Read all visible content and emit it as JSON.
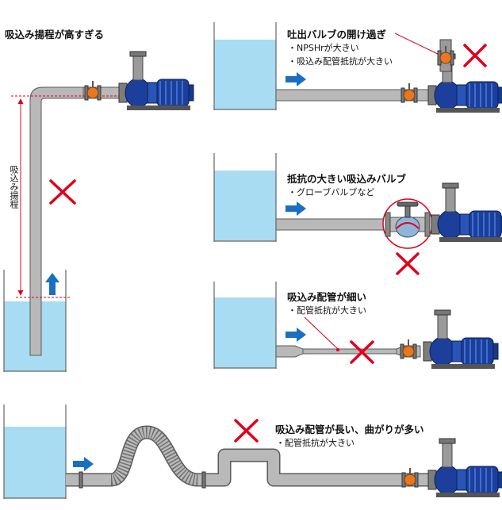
{
  "panels": {
    "suction_lift": {
      "title": "吸込み揚程が高すぎる",
      "axis_label": "吸込み揚程"
    },
    "discharge_valve": {
      "title": "吐出バルブの開け過ぎ",
      "notes": [
        "・NPSHrが大きい",
        "・吸込み配管抵抗が大きい"
      ]
    },
    "high_resistance_valve": {
      "title": "抵抗の大きい吸込みバルブ",
      "notes": [
        "・グローブバルブなど"
      ]
    },
    "thin_pipe": {
      "title": "吸込み配管が細い",
      "notes": [
        "・配管抵抗が大きい"
      ]
    },
    "long_pipe": {
      "title": "吸込み配管が長い、曲がりが多い",
      "notes": [
        "・配管抵抗が大きい"
      ]
    }
  },
  "colors": {
    "water": "#a8dcf2",
    "pipe": "#b9b9b9",
    "pipe_edge": "#5a5a5a",
    "pump_blue": "#1c3f9c",
    "valve_orange": "#e87722",
    "arrow_blue": "#1a6fc0",
    "cross_red": "#e0001b"
  }
}
